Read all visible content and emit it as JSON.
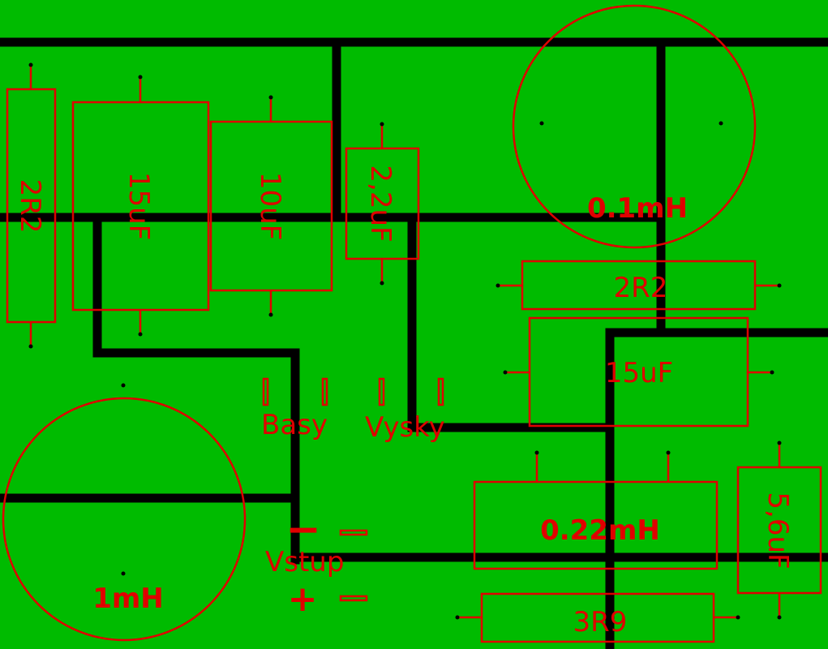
{
  "board": {
    "background": "#00bb00",
    "trace_color": "#000000",
    "silk_color": "#e00000"
  },
  "labels": {
    "r_left": "2R2",
    "c_15uf_left": "15uF",
    "c_10uf": "10uF",
    "c_2_2uf": "2,2uF",
    "l_0_1mh": "0.1mH",
    "r_right_top": "2R2",
    "c_15uf_right": "15uF",
    "l_0_22mh": "0.22mH",
    "c_5_6uf": "5,6uF",
    "r_3r9": "3R9",
    "l_1mh": "1mH",
    "basy": "Basy",
    "vysky": "Vysky",
    "vstup": "Vstup",
    "minus": "−",
    "plus": "+"
  }
}
